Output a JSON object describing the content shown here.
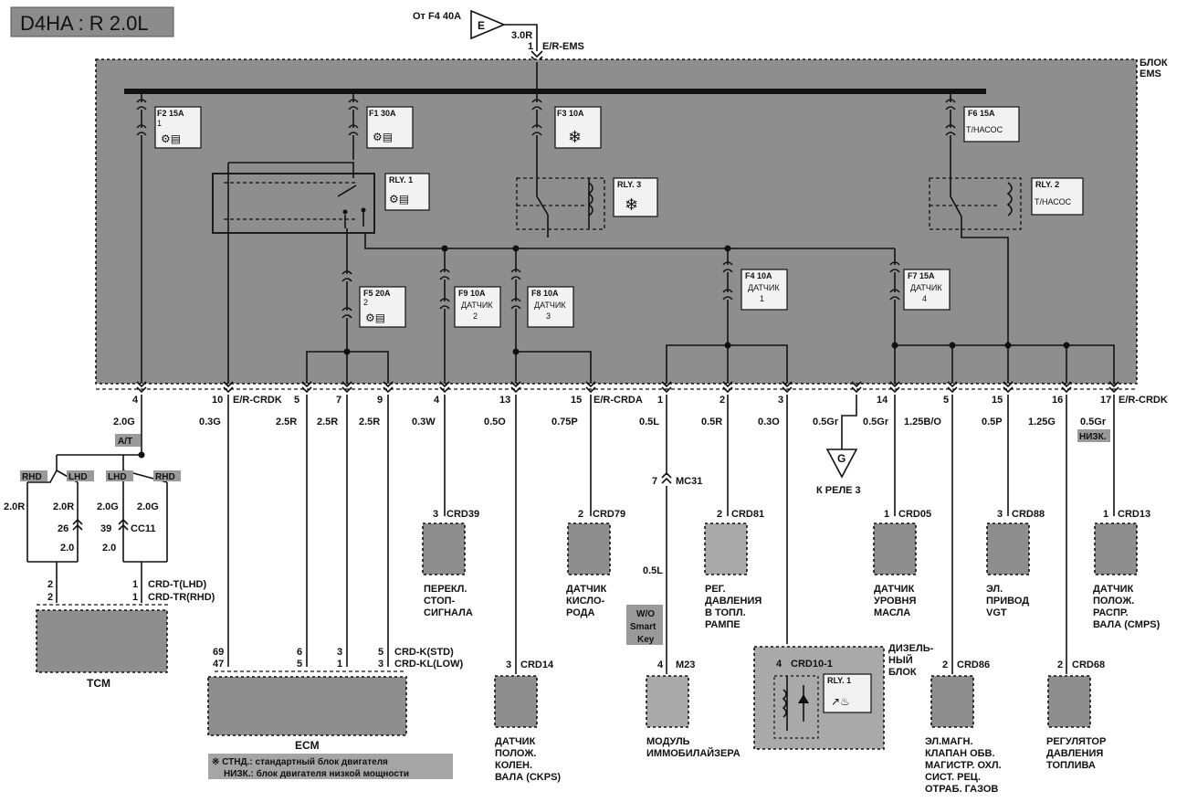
{
  "title": "D4HA : R 2.0L",
  "top_source": {
    "text": "От F4 40A",
    "tag": "E",
    "wire": "3.0R",
    "pin": "1",
    "connector": "E/R-EMS"
  },
  "ems_block_label": [
    "БЛОК",
    "EMS"
  ],
  "fuses": [
    {
      "name": "F2 15A",
      "pin": "1"
    },
    {
      "name": "F1 30A",
      "pin": ""
    },
    {
      "name": "F3 10A",
      "pin": ""
    },
    {
      "name": "F6 15A",
      "sub": "Т/НАСОС"
    },
    {
      "name": "F5 20A",
      "pin": "2"
    },
    {
      "name": "F9 10A",
      "sub": [
        "ДАТЧИК",
        "2"
      ]
    },
    {
      "name": "F8 10A",
      "sub": [
        "ДАТЧИК",
        "3"
      ]
    },
    {
      "name": "F4 10A",
      "sub": [
        "ДАТЧИК",
        "1"
      ]
    },
    {
      "name": "F7 15A",
      "sub": [
        "ДАТЧИК",
        "4"
      ]
    }
  ],
  "relays": [
    {
      "name": "RLY. 1"
    },
    {
      "name": "RLY. 3"
    },
    {
      "name": "RLY. 2",
      "sub": "Т/НАСОС"
    }
  ],
  "pins_bottom": [
    {
      "pin": "4",
      "wire": "2.0G"
    },
    {
      "pin": "10",
      "wire": "0.3G",
      "connector": "E/R-CRDK"
    },
    {
      "pin": "5",
      "wire": "2.5R"
    },
    {
      "pin": "7",
      "wire": "2.5R"
    },
    {
      "pin": "9",
      "wire": "2.5R"
    },
    {
      "pin": "4",
      "wire": "0.3W"
    },
    {
      "pin": "13",
      "wire": "0.5O"
    },
    {
      "pin": "15",
      "wire": "0.75P",
      "connector": "E/R-CRDA"
    },
    {
      "pin": "1",
      "wire": "0.5L"
    },
    {
      "pin": "2",
      "wire": "0.5R"
    },
    {
      "pin": "3",
      "wire": "0.3O"
    },
    {
      "pin": "",
      "wire": "0.5Gr"
    },
    {
      "pin": "14",
      "wire": "0.5Gr"
    },
    {
      "pin": "5",
      "wire": "1.25B/O"
    },
    {
      "pin": "15",
      "wire": "0.5P"
    },
    {
      "pin": "16",
      "wire": "1.25G"
    },
    {
      "pin": "17",
      "wire": "0.5Gr",
      "connector": "E/R-CRDK"
    }
  ],
  "tags": {
    "at": "A/T",
    "rhd": "RHD",
    "lhd": "LHD",
    "nizk": "НИЗК."
  },
  "tcm_side": {
    "wires_left": [
      "2.0R",
      "2.0R",
      "2.0"
    ],
    "wires_right": [
      "2.0G",
      "2.0G",
      "2.0"
    ],
    "pins_cc": [
      "26",
      "39",
      "CC11"
    ],
    "pins_tcm": [
      "2",
      "2",
      "1",
      "1"
    ],
    "crd_t": "CRD-T(LHD)",
    "crd_tr": "CRD-TR(RHD)",
    "tcm": "TCM"
  },
  "ecm": {
    "pins_std": [
      "69",
      "6",
      "3",
      "5"
    ],
    "pins_low": [
      "47",
      "5",
      "1",
      "3"
    ],
    "crd_k": "CRD-K(STD)",
    "crd_kl": "CRD-KL(LOW)",
    "label": "ECM"
  },
  "components": [
    {
      "pin": "3",
      "conn": "CRD39",
      "label": [
        "ПЕРЕКЛ.",
        "СТОП-",
        "СИГНАЛА"
      ]
    },
    {
      "pin": "2",
      "conn": "CRD79",
      "label": [
        "ДАТЧИК",
        "КИСЛО-",
        "РОДА"
      ]
    },
    {
      "pin": "2",
      "conn": "CRD81",
      "label": [
        "РЕГ.",
        "ДАВЛЕНИЯ",
        "В ТОПЛ.",
        "РАМПЕ"
      ]
    },
    {
      "pin": "1",
      "conn": "CRD05",
      "label": [
        "ДАТЧИК",
        "УРОВНЯ",
        "МАСЛА"
      ]
    },
    {
      "pin": "3",
      "conn": "CRD88",
      "label": [
        "ЭЛ.",
        "ПРИВОД",
        "VGT"
      ]
    },
    {
      "pin": "1",
      "conn": "CRD13",
      "label": [
        "ДАТЧИК",
        "ПОЛОЖ.",
        "РАСПР.",
        "ВАЛА (CMPS)"
      ]
    },
    {
      "pin": "3",
      "conn": "CRD14",
      "label": [
        "ДАТЧИК",
        "ПОЛОЖ.",
        "КОЛЕН.",
        "ВАЛА (CKPS)"
      ]
    },
    {
      "pin": "4",
      "conn": "M23",
      "label": [
        "МОДУЛЬ",
        "ИММОБИЛАЙЗЕРА"
      ]
    },
    {
      "pin": "2",
      "conn": "CRD86",
      "label": [
        "ЭЛ.МАГН.",
        "КЛАПАН ОБВ.",
        "МАГИСТР. ОХЛ.",
        "СИСТ. РЕЦ.",
        "ОТРАБ. ГАЗОВ"
      ]
    },
    {
      "pin": "2",
      "conn": "CRD68",
      "label": [
        "РЕГУЛЯТОР",
        "ДАВЛЕНИЯ",
        "ТОПЛИВА"
      ]
    }
  ],
  "mc31": {
    "pin": "7",
    "conn": "MC31",
    "wire": "0.5L",
    "option": [
      "W/O",
      "Smart",
      "Key"
    ]
  },
  "diesel_block": {
    "pin": "4",
    "conn": "CRD10-1",
    "relay": "RLY. 1",
    "label": [
      "ДИЗЕЛЬ-",
      "НЫЙ",
      "БЛОК"
    ]
  },
  "k_rele": {
    "tag": "G",
    "text": "К РЕЛЕ  3"
  },
  "footnote": [
    "※ СТНД.: стандартный блок двигателя",
    "НИЗК.: блок двигателя низкой мощности"
  ]
}
